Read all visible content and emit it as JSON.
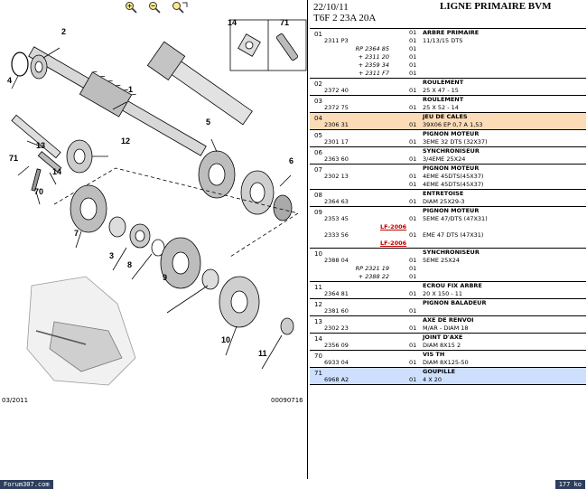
{
  "toolbar": {
    "zoom_in": "zoom-in",
    "zoom_out": "zoom-out",
    "zoom_fit": "zoom-fit"
  },
  "diagram": {
    "thumb_left": "14",
    "thumb_right": "71",
    "callouts": [
      "2",
      "1",
      "4",
      "5",
      "13",
      "12",
      "71",
      "14",
      "6",
      "70",
      "7",
      "3",
      "8",
      "9",
      "10",
      "11"
    ],
    "footer_left": "03/2011",
    "footer_right": "00090716"
  },
  "header": {
    "date": "22/10/11",
    "title": "LIGNE PRIMAIRE BVM",
    "model": "T6F 2 23A 20A"
  },
  "groups": [
    {
      "id": "01",
      "rows": [
        {
          "code": "",
          "ref": "",
          "qty": "01",
          "desc": "ARBRE PRIMAIRE",
          "title": true
        },
        {
          "code": "2311 P3",
          "ref": "",
          "qty": "01",
          "desc": "11/13/15 DTS"
        },
        {
          "code": "",
          "ref": "RP 2364 85",
          "qty": "01",
          "desc": ""
        },
        {
          "code": "",
          "ref": "+ 2311 20",
          "qty": "01",
          "desc": ""
        },
        {
          "code": "",
          "ref": "+ 2359 34",
          "qty": "01",
          "desc": ""
        },
        {
          "code": "",
          "ref": "+ 2311 F7",
          "qty": "01",
          "desc": ""
        }
      ]
    },
    {
      "id": "02",
      "rows": [
        {
          "code": "",
          "ref": "",
          "qty": "",
          "desc": "ROULEMENT",
          "title": true
        },
        {
          "code": "2372 40",
          "ref": "",
          "qty": "01",
          "desc": "25 X 47 - 15"
        }
      ]
    },
    {
      "id": "03",
      "rows": [
        {
          "code": "",
          "ref": "",
          "qty": "",
          "desc": "ROULEMENT",
          "title": true
        },
        {
          "code": "2372 75",
          "ref": "",
          "qty": "01",
          "desc": "25 X 52 - 14"
        }
      ]
    },
    {
      "id": "04",
      "hl": "orange",
      "rows": [
        {
          "code": "",
          "ref": "",
          "qty": "",
          "desc": "JEU DE CALES",
          "title": true
        },
        {
          "code": "2306 31",
          "ref": "",
          "qty": "01",
          "desc": "39X06 EP 0,7 A 1,53"
        }
      ]
    },
    {
      "id": "05",
      "rows": [
        {
          "code": "",
          "ref": "",
          "qty": "",
          "desc": "PIGNON MOTEUR",
          "title": true
        },
        {
          "code": "2301 17",
          "ref": "",
          "qty": "01",
          "desc": "3EME 32 DTS (32X37)"
        }
      ]
    },
    {
      "id": "06",
      "rows": [
        {
          "code": "",
          "ref": "",
          "qty": "",
          "desc": "SYNCHRONISEUR",
          "title": true
        },
        {
          "code": "2363 60",
          "ref": "",
          "qty": "01",
          "desc": "3/4EME 25X24"
        }
      ]
    },
    {
      "id": "07",
      "rows": [
        {
          "code": "",
          "ref": "",
          "qty": "",
          "desc": "PIGNON MOTEUR",
          "title": true
        },
        {
          "code": "2302 13",
          "ref": "",
          "qty": "01",
          "desc": "4EME 45DTS(45X37)"
        },
        {
          "code": "",
          "ref": "",
          "qty": "01",
          "desc": "4EME 45DTS(45X37)"
        }
      ]
    },
    {
      "id": "08",
      "rows": [
        {
          "code": "",
          "ref": "",
          "qty": "",
          "desc": "ENTRETOISE",
          "title": true
        },
        {
          "code": "2364 63",
          "ref": "",
          "qty": "01",
          "desc": "DIAM 25X29-3"
        }
      ]
    },
    {
      "id": "09",
      "rows": [
        {
          "code": "",
          "ref": "",
          "qty": "",
          "desc": "PIGNON MOTEUR",
          "title": true
        },
        {
          "code": "2353 45",
          "ref": "",
          "qty": "01",
          "desc": "5EME 47/DTS (47X31)"
        },
        {
          "code": "",
          "ref": "",
          "qty": "",
          "desc": "",
          "note": "LF-2006"
        },
        {
          "code": "2333 56",
          "ref": "",
          "qty": "01",
          "desc": "EME 47 DTS (47X31)"
        },
        {
          "code": "",
          "ref": "",
          "qty": "",
          "desc": "",
          "note": "LF-2006"
        }
      ]
    },
    {
      "id": "10",
      "rows": [
        {
          "code": "",
          "ref": "",
          "qty": "",
          "desc": "SYNCHRONISEUR",
          "title": true
        },
        {
          "code": "2388 04",
          "ref": "",
          "qty": "01",
          "desc": "5EME 25X24"
        },
        {
          "code": "",
          "ref": "RP 2321 19",
          "qty": "01",
          "desc": ""
        },
        {
          "code": "",
          "ref": "+ 2388 22",
          "qty": "01",
          "desc": ""
        }
      ]
    },
    {
      "id": "11",
      "rows": [
        {
          "code": "",
          "ref": "",
          "qty": "",
          "desc": "ECROU FIX ARBRE",
          "title": true
        },
        {
          "code": "2364 81",
          "ref": "",
          "qty": "01",
          "desc": "20 X 150 - 11"
        }
      ]
    },
    {
      "id": "12",
      "rows": [
        {
          "code": "",
          "ref": "",
          "qty": "",
          "desc": "PIGNON BALADEUR",
          "title": true
        },
        {
          "code": "2381 60",
          "ref": "",
          "qty": "01",
          "desc": ""
        }
      ]
    },
    {
      "id": "13",
      "rows": [
        {
          "code": "",
          "ref": "",
          "qty": "",
          "desc": "AXE DE RENVOI",
          "title": true
        },
        {
          "code": "2302 23",
          "ref": "",
          "qty": "01",
          "desc": "M/AR - DIAM 18"
        }
      ]
    },
    {
      "id": "14",
      "rows": [
        {
          "code": "",
          "ref": "",
          "qty": "",
          "desc": "JOINT D'AXE",
          "title": true
        },
        {
          "code": "2356 09",
          "ref": "",
          "qty": "01",
          "desc": "DIAM 8X15 2"
        }
      ]
    },
    {
      "id": "70",
      "rows": [
        {
          "code": "",
          "ref": "",
          "qty": "",
          "desc": "VIS TH",
          "title": true
        },
        {
          "code": "6933 04",
          "ref": "",
          "qty": "01",
          "desc": "DIAM 8X125-50"
        }
      ]
    },
    {
      "id": "71",
      "hl": "blue",
      "rows": [
        {
          "code": "",
          "ref": "",
          "qty": "",
          "desc": "GOUPILLE",
          "title": true
        },
        {
          "code": "6968 A2",
          "ref": "",
          "qty": "01",
          "desc": "4 X 20"
        }
      ]
    }
  ],
  "footer": {
    "forum": "Forum307.com",
    "size": "177 ko"
  }
}
